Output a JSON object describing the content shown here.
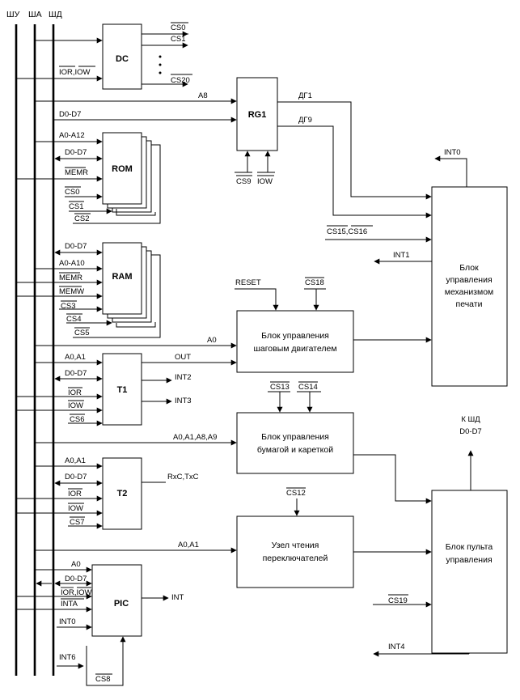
{
  "buses": [
    "ШУ",
    "ША",
    "ШД"
  ],
  "blocks": {
    "dc": "DC",
    "rg1": "RG1",
    "rom": "ROM",
    "ram": "RAM",
    "t1": "T1",
    "t2": "T2",
    "pic": "PIC",
    "stepper": [
      "Блок управления",
      "шаговым двигателем"
    ],
    "paper": [
      "Блок управления",
      "бумагой и кареткой"
    ],
    "switches": [
      "Узел чтения",
      "переключателей"
    ],
    "print": [
      "Блок",
      "управления",
      "механизмом",
      "печати"
    ],
    "panel": [
      "Блок пульта",
      "управления"
    ]
  },
  "signals": {
    "dc_cs0": "CS0",
    "dc_cs1": "CS1",
    "dc_cs20": "CS20",
    "dc_ior_iow": "IOR,IOW",
    "a8": "A8",
    "d0d7_rg": "D0-D7",
    "dg1": "ДГ1",
    "dg9": "ДГ9",
    "cs9": "CS9",
    "iow_rg": "IOW",
    "int0_top": "INT0",
    "rom_a": "A0-A12",
    "rom_d": "D0-D7",
    "rom_memr": "MEMR",
    "rom_cs0": "CS0",
    "rom_cs1": "CS1",
    "rom_cs2": "CS2",
    "cs15_16": "CS15,CS16",
    "ram_d": "D0-D7",
    "ram_a": "A0-A10",
    "ram_memr": "MEMR",
    "ram_memw": "MEMW",
    "ram_cs3": "CS3",
    "ram_cs4": "CS4",
    "ram_cs5": "CS5",
    "int1": "INT1",
    "reset": "RESET",
    "cs18": "CS18",
    "a0_step": "A0",
    "t1_a": "A0,A1",
    "t1_out": "OUT",
    "t1_d": "D0-D7",
    "t1_int2": "INT2",
    "t1_ior": "IOR",
    "t1_iow": "IOW",
    "t1_int3": "INT3",
    "t1_cs6": "CS6",
    "cs13": "CS13",
    "cs14": "CS14",
    "paper_a": "A0,A1,A8,A9",
    "kshd_1": "К ШД",
    "kshd_2": "D0-D7",
    "t2_a": "A0,A1",
    "t2_d": "D0-D7",
    "t2_rxtx": "RxC,TxC",
    "t2_ior": "IOR",
    "t2_iow": "IOW",
    "t2_cs7": "CS7",
    "cs12": "CS12",
    "sw_a": "A0,A1",
    "pic_a0": "A0",
    "pic_d": "D0-D7",
    "pic_ior_iow": "IOR,IOW",
    "pic_inta": "INTA",
    "pic_int": "INT",
    "pic_int0": "INT0",
    "cs19": "CS19",
    "int6": "INT6",
    "int4": "INT4",
    "cs8": "CS8"
  }
}
